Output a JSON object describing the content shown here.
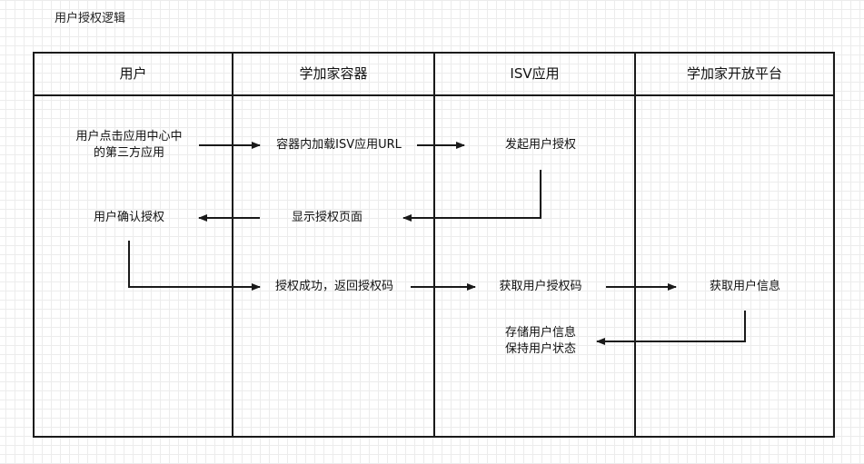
{
  "title": "用户授权逻辑",
  "lanes": [
    {
      "label": "用户"
    },
    {
      "label": "学加家容器"
    },
    {
      "label": "ISV应用"
    },
    {
      "label": "学加家开放平台"
    }
  ],
  "nodes": {
    "user_click": [
      "用户点击应用中心中",
      "的第三方应用"
    ],
    "load_url": [
      "容器内加载ISV应用URL"
    ],
    "start_auth": [
      "发起用户授权"
    ],
    "confirm_auth": [
      "用户确认授权"
    ],
    "show_page": [
      "显示授权页面"
    ],
    "auth_success": [
      "授权成功，返回授权码"
    ],
    "get_code": [
      "获取用户授权码"
    ],
    "get_info": [
      "获取用户信息"
    ],
    "store_info": [
      "存储用户信息",
      "保持用户状态"
    ]
  },
  "colors": {
    "line": "#1a1a1a",
    "grid": "#ececec",
    "background": "#ffffff"
  }
}
